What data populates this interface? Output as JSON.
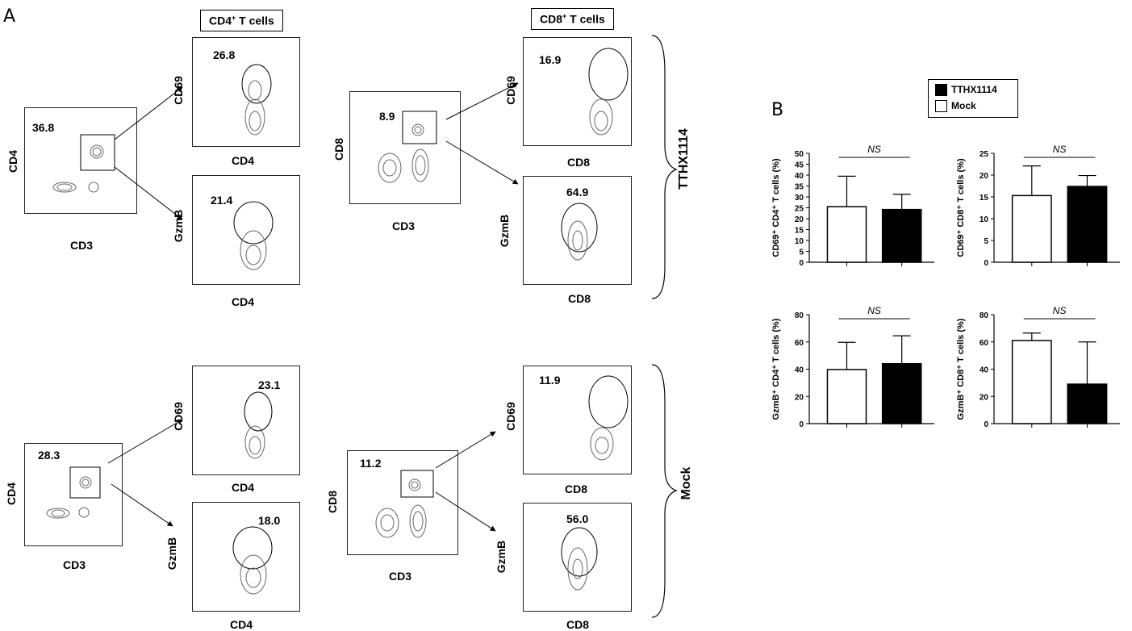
{
  "panel_labels": {
    "a": "A",
    "b": "B"
  },
  "headers": {
    "cd4": "CD4",
    "cd4_sup": "+",
    "cd4_rest": " T cells",
    "cd8": "CD8",
    "cd8_sup": "+",
    "cd8_rest": " T cells"
  },
  "groups": {
    "top": "TTHX1114",
    "bottom": "Mock"
  },
  "flow": {
    "top": {
      "cd4_gate": {
        "x": "CD3",
        "y": "CD4",
        "value": "36.8"
      },
      "cd4_cd69": {
        "x": "CD4",
        "y": "CD69",
        "value": "26.8"
      },
      "cd4_gzmb": {
        "x": "CD4",
        "y": "GzmB",
        "value": "21.4"
      },
      "cd8_gate": {
        "x": "CD3",
        "y": "CD8",
        "value": "8.9"
      },
      "cd8_cd69": {
        "x": "CD8",
        "y": "CD69",
        "value": "16.9"
      },
      "cd8_gzmb": {
        "x": "CD8",
        "y": "GzmB",
        "value": "64.9"
      }
    },
    "bottom": {
      "cd4_gate": {
        "x": "CD3",
        "y": "CD4",
        "value": "28.3"
      },
      "cd4_cd69": {
        "x": "CD4",
        "y": "CD69",
        "value": "23.1"
      },
      "cd4_gzmb": {
        "x": "CD4",
        "y": "GzmB",
        "value": "18.0"
      },
      "cd8_gate": {
        "x": "CD3",
        "y": "CD8",
        "value": "11.2"
      },
      "cd8_cd69": {
        "x": "CD8",
        "y": "CD69",
        "value": "11.9"
      },
      "cd8_gzmb": {
        "x": "CD8",
        "y": "GzmB",
        "value": "56.0"
      }
    }
  },
  "legend": [
    {
      "name": "TTHX1114",
      "color": "#000000"
    },
    {
      "name": "Mock",
      "color": "#ffffff"
    }
  ],
  "chart_data": [
    {
      "type": "bar",
      "categories": [
        "Mock",
        "TTHX1114"
      ],
      "values": [
        25.5,
        24.2
      ],
      "errors": [
        14,
        7
      ],
      "ylabel": "CD69⁺ CD4⁺ T cells (%)",
      "ylim": [
        0,
        50
      ],
      "yticks": [
        0,
        5,
        10,
        15,
        20,
        25,
        30,
        35,
        40,
        45,
        50
      ],
      "annotation": "NS"
    },
    {
      "type": "bar",
      "categories": [
        "Mock",
        "TTHX1114"
      ],
      "values": [
        15.3,
        17.4
      ],
      "errors": [
        6.8,
        2.5
      ],
      "ylabel": "CD69⁺ CD8⁺ T cells (%)",
      "ylim": [
        0,
        25
      ],
      "yticks": [
        0,
        5,
        10,
        15,
        20,
        25
      ],
      "annotation": "NS"
    },
    {
      "type": "bar",
      "categories": [
        "Mock",
        "TTHX1114"
      ],
      "values": [
        39.7,
        44
      ],
      "errors": [
        20,
        20.5
      ],
      "ylabel": "GzmB⁺ CD4⁺ T cells (%)",
      "ylim": [
        0,
        80
      ],
      "yticks": [
        0,
        20,
        40,
        60,
        80
      ],
      "annotation": "NS"
    },
    {
      "type": "bar",
      "categories": [
        "Mock",
        "TTHX1114"
      ],
      "values": [
        61,
        29
      ],
      "errors": [
        5.5,
        31
      ],
      "ylabel": "GzmB⁺ CD8⁺ T cells (%)",
      "ylim": [
        0,
        80
      ],
      "yticks": [
        0,
        20,
        40,
        60,
        80
      ],
      "annotation": "NS"
    }
  ]
}
